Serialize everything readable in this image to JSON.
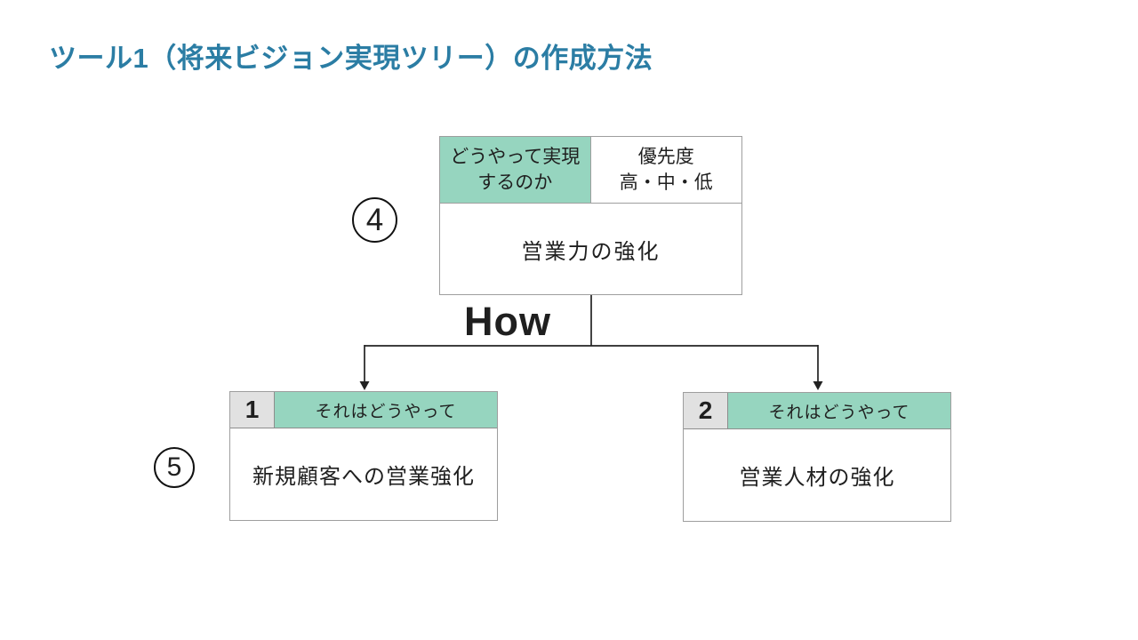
{
  "title": "ツール1（将来ビジョン実現ツリー）の作成方法",
  "colors": {
    "title_text": "#2b7da4",
    "header_green": "#96d5bf",
    "number_gray": "#e1e1e1",
    "box_border": "#9e9e9e",
    "line_color": "#222222"
  },
  "labels": {
    "how": "How",
    "step_top": "4",
    "step_children": "5"
  },
  "root_box": {
    "header_question_line1": "どうやって実現",
    "header_question_line2": "するのか",
    "header_priority_line1": "優先度",
    "header_priority_line2": "高・中・低",
    "body": "営業力の強化"
  },
  "child_boxes": [
    {
      "number": "1",
      "header": "それはどうやって",
      "body": "新規顧客への営業強化"
    },
    {
      "number": "2",
      "header": "それはどうやって",
      "body": "営業人材の強化"
    }
  ]
}
